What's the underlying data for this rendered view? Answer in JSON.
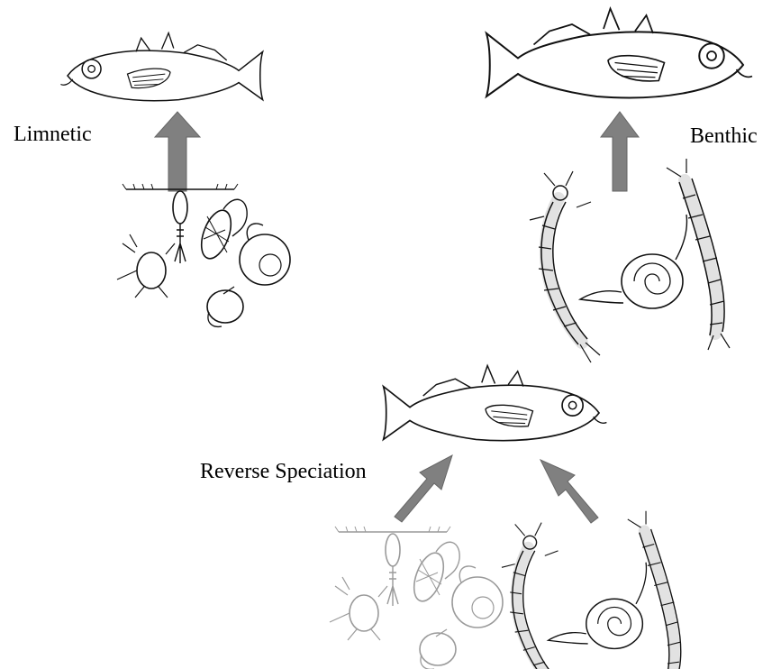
{
  "labels": {
    "limnetic": "Limnetic",
    "benthic": "Benthic",
    "reverse": "Reverse Speciation"
  },
  "colors": {
    "arrow": "#808080",
    "ink": "#111111",
    "faded_ink": "#9a9a9a",
    "background": "#ffffff"
  }
}
